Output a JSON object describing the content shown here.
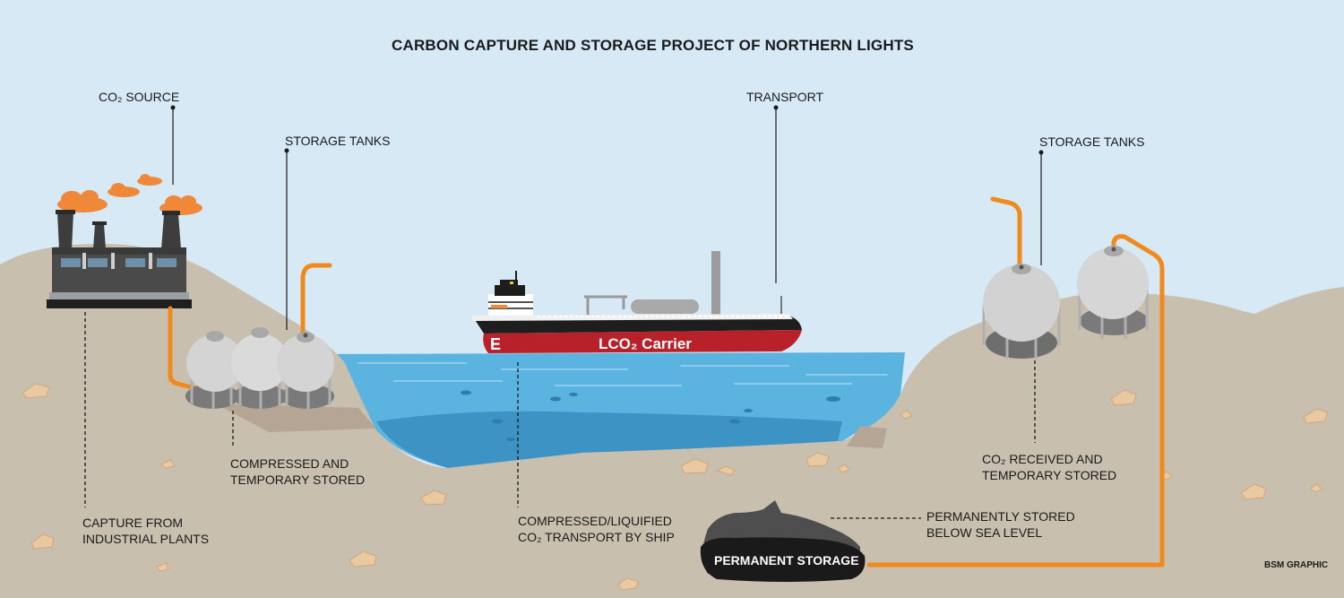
{
  "title": "CARBON CAPTURE AND STORAGE PROJECT OF NORTHERN LIGHTS",
  "labels": {
    "co2_source": "CO₂ SOURCE",
    "storage_tanks_left": "STORAGE TANKS",
    "transport": "TRANSPORT",
    "storage_tanks_right": "STORAGE TANKS",
    "capture_line1": "CAPTURE FROM",
    "capture_line2": "INDUSTRIAL PLANTS",
    "compressed_line1": "COMPRESSED AND",
    "compressed_line2": "TEMPORARY STORED",
    "ship_transport_line1": "COMPRESSED/LIQUIFIED",
    "ship_transport_line2": "CO₂  TRANSPORT BY SHIP",
    "received_line1": "CO₂ RECEIVED AND",
    "received_line2": "TEMPORARY STORED",
    "perm_stored_line1": "PERMANENTLY STORED",
    "perm_stored_line2": "BELOW SEA LEVEL",
    "permanent_storage": "PERMANENT STORAGE",
    "credit": "BSM GRAPHIC"
  },
  "ship": {
    "name": "LCO₂ Carrier",
    "logo_letter": "E"
  },
  "colors": {
    "sky": "#d6e9f5",
    "ground": "#c9bfae",
    "sea": "#5bb3e0",
    "pipe": "#f08a1c",
    "smoke": "#f0883a",
    "hull": "#b8202a",
    "tank": "#d9d9d9"
  }
}
